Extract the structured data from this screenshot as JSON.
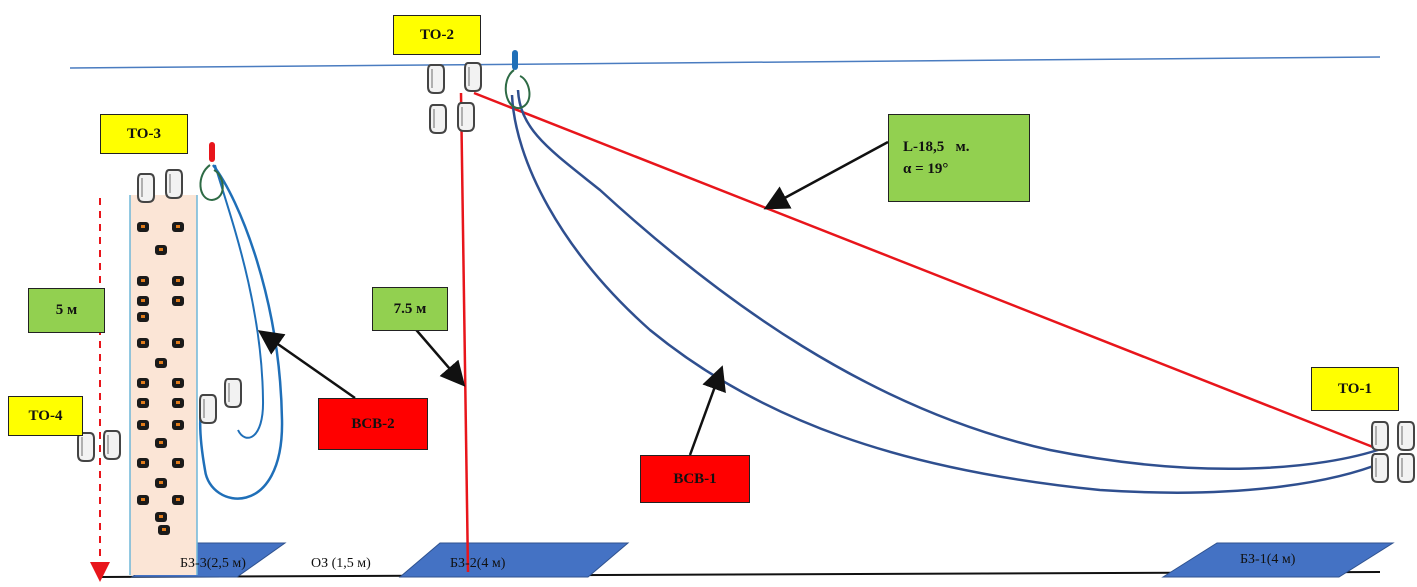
{
  "diagram": {
    "points": {
      "to1": "ТО-1",
      "to2": "ТО-2",
      "to3": "ТО-3",
      "to4": "ТО-4"
    },
    "stages": {
      "vsv1": "ВСВ-1",
      "vsv2": "ВСВ-2"
    },
    "measures": {
      "wall_height": "5 м",
      "vertical_length": "7.5 м",
      "traverse_length": "L-18,5   м.",
      "traverse_angle": "α = 19°"
    },
    "zones": {
      "bz3": "БЗ-3(2,5 м)",
      "oz": "ОЗ (1,5 м)",
      "bz2": "БЗ-2(4 м)",
      "bz1": "БЗ-1(4 м)"
    }
  },
  "colors": {
    "label_yellow": "#ffff00",
    "label_green": "#92d050",
    "label_red": "#ff0000",
    "rope_blue": "#2f4f8f",
    "rope_light_blue": "#1f6fb8",
    "red_line": "#e8151b",
    "zone_blue": "#4472c4",
    "wall_fill": "#fbe5d6",
    "horizon_line": "#4a7cc0"
  }
}
